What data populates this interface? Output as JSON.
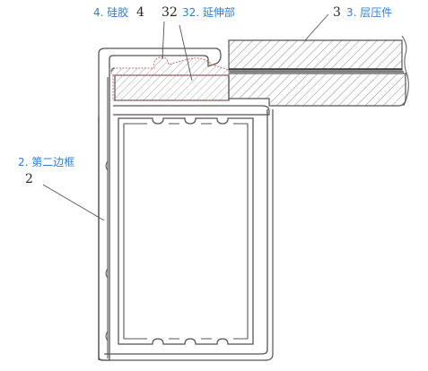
{
  "colors": {
    "line": "#555555",
    "hatch": "#777777",
    "label_blue": "#2f7fd6",
    "label_black": "#222222"
  },
  "labels": {
    "silicone": {
      "text": "4. 硅胶",
      "num": "4"
    },
    "extension": {
      "num": "32",
      "text": "32. 延伸部"
    },
    "pressing": {
      "num": "3",
      "text": "3. 层压件"
    },
    "frame": {
      "text": "2. 第二边框",
      "num": "2"
    }
  }
}
